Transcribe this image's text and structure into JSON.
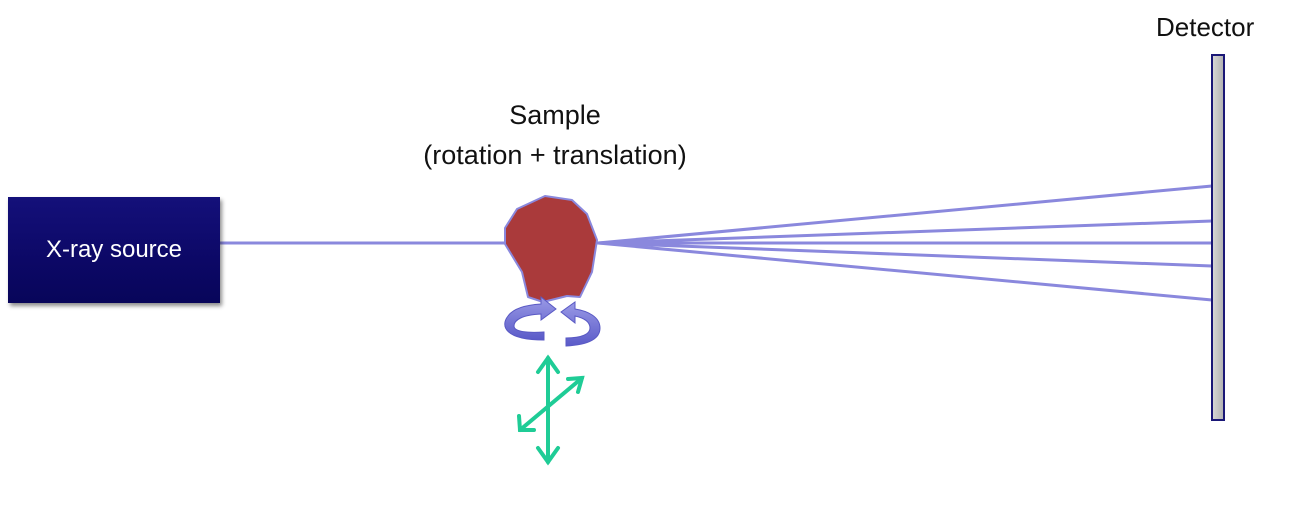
{
  "source": {
    "label": "X-ray source"
  },
  "sample": {
    "label_line1": "Sample",
    "label_line2": "(rotation + translation)"
  },
  "detector": {
    "label": "Detector"
  },
  "colors": {
    "beam": "#8a88dd",
    "source_box": "#0e0a6c",
    "sample": "#aa3a3b",
    "rotation_arrow": "#6e6ed6",
    "translation_arrow": "#1fcc96",
    "detector_fill": "#c4c4c4",
    "detector_border": "#1a1777"
  },
  "icons": {
    "rotation": "rotation-arrow-icon",
    "translation": "translation-arrows-icon"
  }
}
